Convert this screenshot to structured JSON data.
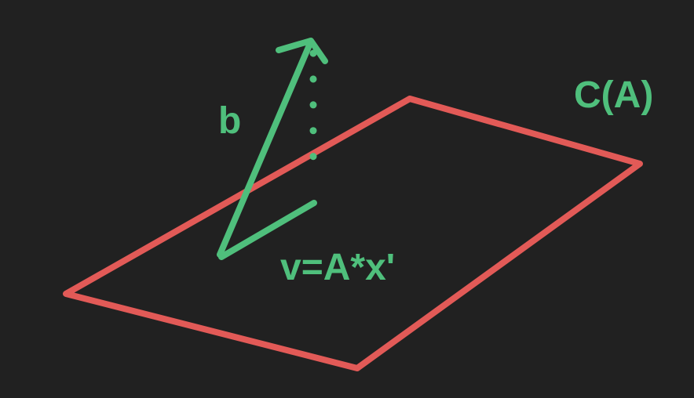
{
  "colors": {
    "background": "#212121",
    "plane": "#e25a57",
    "vectors": "#4fbf7c"
  },
  "labels": {
    "b": "b",
    "column_space": "C(A)",
    "projection": "v=A*x'"
  }
}
